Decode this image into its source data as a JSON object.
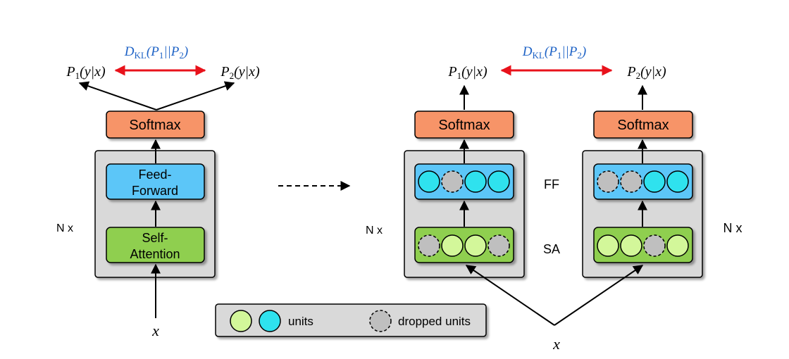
{
  "left": {
    "kl_label": "D_KL(P_1||P_2)",
    "output_1": "P_1(y|x)",
    "output_2": "P_2(y|x)",
    "softmax": "Softmax",
    "ff_line1": "Feed-",
    "ff_line2": "Forward",
    "sa_line1": "Self-",
    "sa_line2": "Attention",
    "repeat": "N x",
    "input": "x"
  },
  "right": {
    "kl_label": "D_KL(P_1||P_2)",
    "output_1": "P_1(y|x)",
    "output_2": "P_2(y|x)",
    "softmax_a": "Softmax",
    "softmax_b": "Softmax",
    "ff_label": "FF",
    "sa_label": "SA",
    "repeat_a": "N x",
    "repeat_b": "N x",
    "input": "x",
    "model_a": {
      "ff_units": [
        "active",
        "dropped",
        "active",
        "active"
      ],
      "sa_units": [
        "dropped",
        "active",
        "active",
        "dropped"
      ]
    },
    "model_b": {
      "ff_units": [
        "dropped",
        "dropped",
        "active",
        "active"
      ],
      "sa_units": [
        "active",
        "active",
        "dropped",
        "active"
      ]
    }
  },
  "legend": {
    "units_label": "units",
    "dropped_label": "dropped units"
  },
  "colors": {
    "softmax_fill": "#f79468",
    "ff_fill": "#5bc6f8",
    "sa_fill": "#8fcf4f",
    "block_fill": "#d9d9d9",
    "unit_ff_fill": "#2fe2ee",
    "unit_sa_fill": "#d3f79a",
    "dropped_fill": "#bfbfbf",
    "kl_arrow": "#e8121b",
    "kl_text": "#1f63c6"
  }
}
